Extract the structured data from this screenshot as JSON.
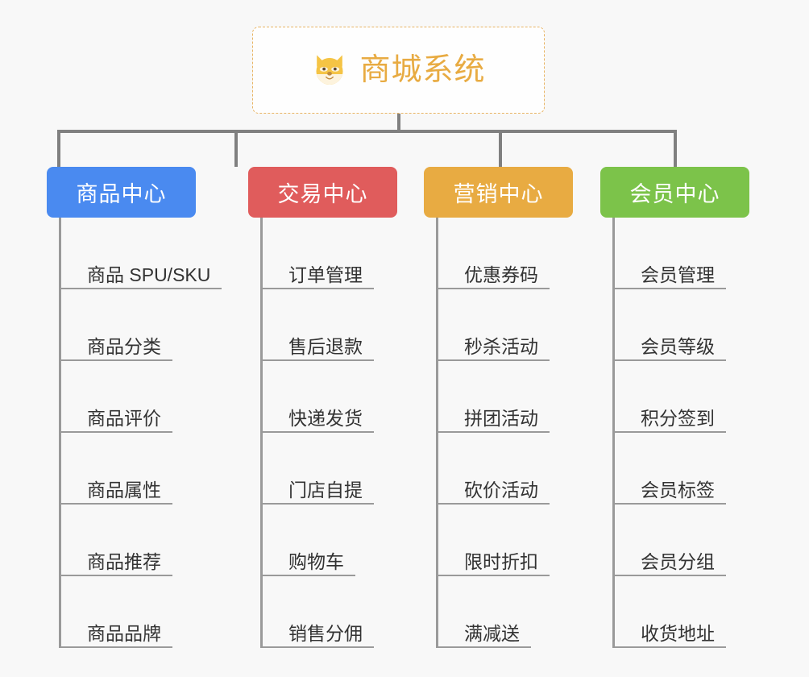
{
  "canvas": {
    "background": "#f8f8f8",
    "connector_color": "#808080",
    "leaf_line_color": "#9a9a9a",
    "leaf_text_color": "#333333"
  },
  "root": {
    "title": "商城系统",
    "icon": "dog-face-icon",
    "text_color": "#e8ab42",
    "border_color": "#e8b464",
    "background": "#fefefe"
  },
  "branches": [
    {
      "label": "商品中心",
      "color": "#4a8af0",
      "name": "product-center",
      "items": [
        "商品 SPU/SKU",
        "商品分类",
        "商品评价",
        "商品属性",
        "商品推荐",
        "商品品牌"
      ]
    },
    {
      "label": "交易中心",
      "color": "#e05c5c",
      "name": "trade-center",
      "items": [
        "订单管理",
        "售后退款",
        "快递发货",
        "门店自提",
        "购物车",
        "销售分佣"
      ]
    },
    {
      "label": "营销中心",
      "color": "#e8ab42",
      "name": "marketing-center",
      "items": [
        "优惠券码",
        "秒杀活动",
        "拼团活动",
        "砍价活动",
        "限时折扣",
        "满减送"
      ]
    },
    {
      "label": "会员中心",
      "color": "#7cc34a",
      "name": "member-center",
      "items": [
        "会员管理",
        "会员等级",
        "积分签到",
        "会员标签",
        "会员分组",
        "收货地址"
      ]
    }
  ]
}
